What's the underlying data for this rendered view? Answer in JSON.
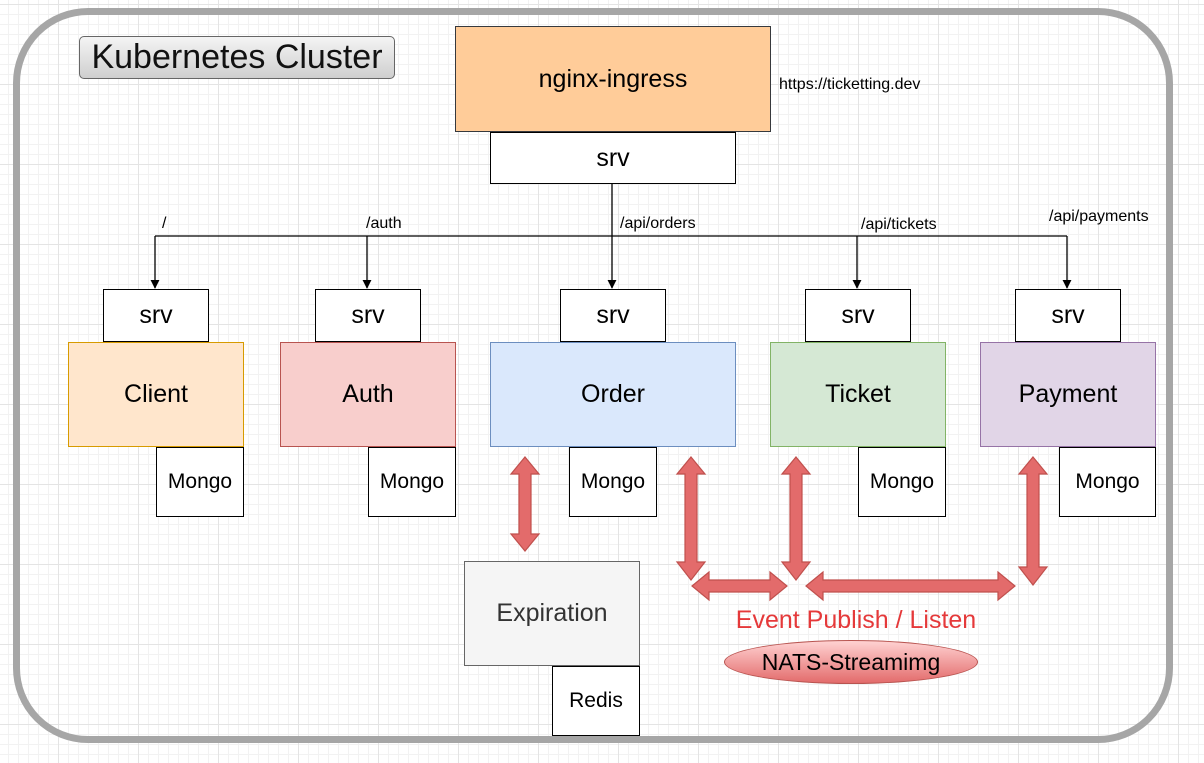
{
  "cluster": {
    "title": "Kubernetes Cluster"
  },
  "ingress": {
    "name": "nginx-ingress",
    "url": "https://ticketting.dev",
    "srv": "srv"
  },
  "routes": {
    "client": "/",
    "auth": "/auth",
    "orders": "/api/orders",
    "tickets": "/api/tickets",
    "payments": "/api/payments"
  },
  "services": {
    "client": {
      "name": "Client",
      "srv": "srv",
      "db": "Mongo"
    },
    "auth": {
      "name": "Auth",
      "srv": "srv",
      "db": "Mongo"
    },
    "order": {
      "name": "Order",
      "srv": "srv",
      "db": "Mongo"
    },
    "ticket": {
      "name": "Ticket",
      "srv": "srv",
      "db": "Mongo"
    },
    "payment": {
      "name": "Payment",
      "srv": "srv",
      "db": "Mongo"
    }
  },
  "expiration": {
    "name": "Expiration",
    "db": "Redis"
  },
  "events": {
    "label": "Event Publish / Listen",
    "bus": "NATS-Streamimg"
  },
  "colors": {
    "ingress": "#ffcc99",
    "client": "#ffe6cc",
    "auth": "#f8cecc",
    "order": "#dae8fc",
    "ticket": "#d5e8d4",
    "payment": "#e1d5e7",
    "expiration": "#f5f5f5",
    "event_arrow": "#e36b6b",
    "event_text": "#e5393a"
  }
}
